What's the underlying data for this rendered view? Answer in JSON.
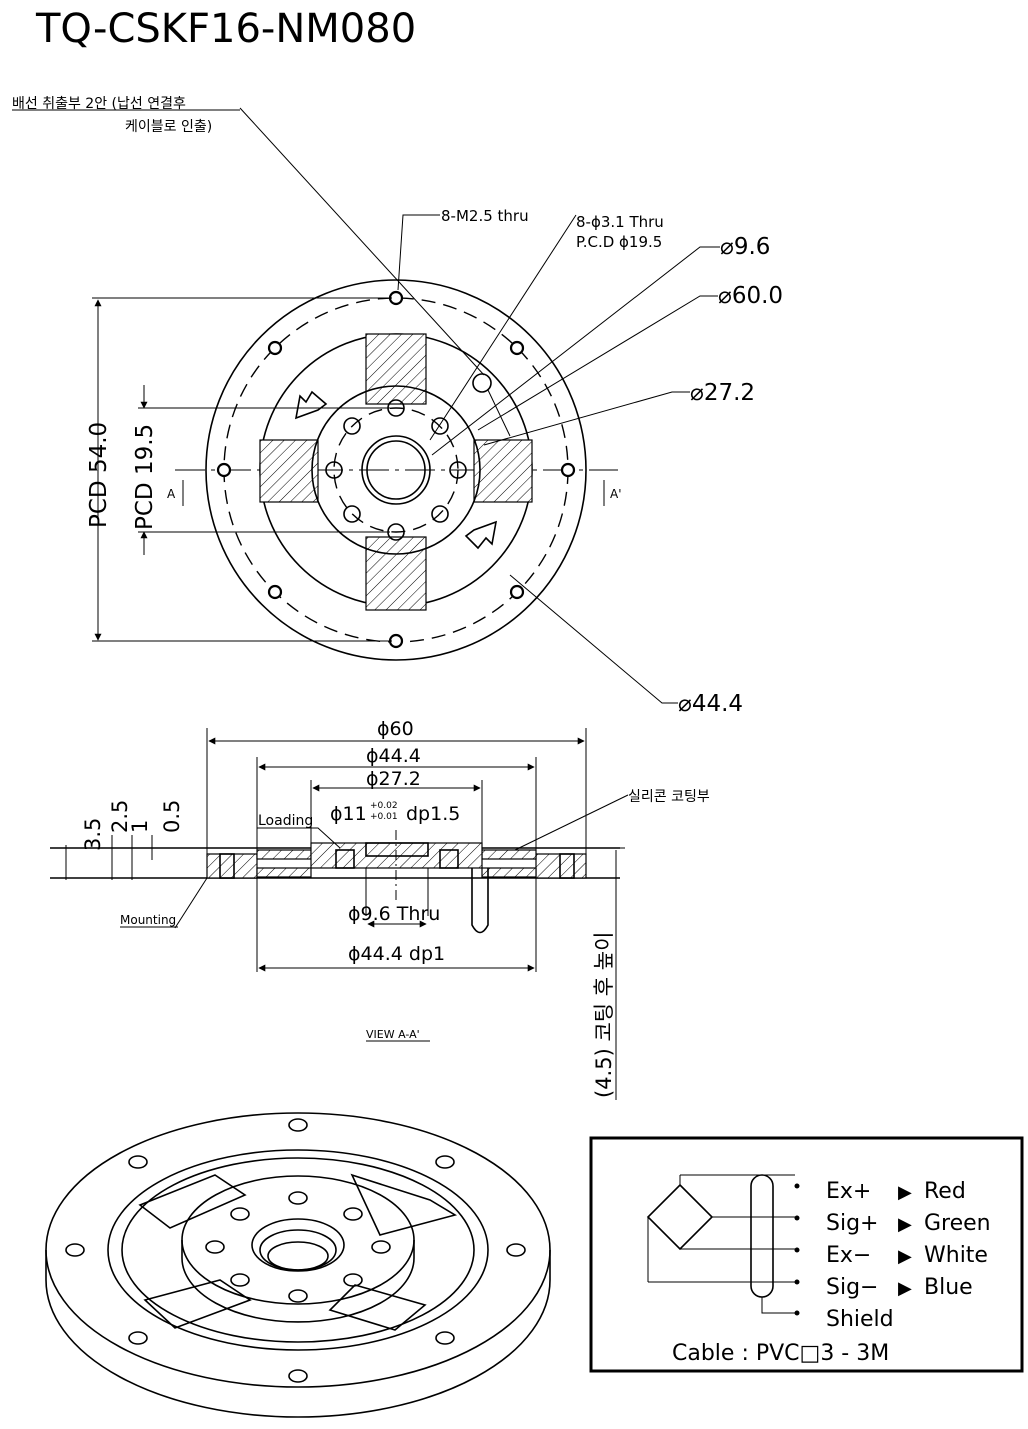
{
  "title": "TQ-CSKF16-NM080",
  "top_view": {
    "cable_note_line1": "배선 취출부 2안 (납선 연결후",
    "cable_note_line2": "케이블로 인출)",
    "holes_m25": "8-M2.5 thru",
    "holes_d31_line1": "8-ϕ3.1 Thru",
    "holes_d31_line2": "P.C.D ϕ19.5",
    "dia_96": "⌀9.6",
    "dia_600": "⌀60.0",
    "dia_272": "⌀27.2",
    "dia_444": "⌀44.4",
    "pcd_540": "PCD 54.0",
    "pcd_195": "PCD 19.5",
    "section_a": "A",
    "section_a_prime": "A'"
  },
  "section_view": {
    "dim_60": "ϕ60",
    "dim_444": "ϕ44.4",
    "dim_272": "ϕ27.2",
    "dim_11": "ϕ11",
    "tol_plus": "+0.02",
    "tol_minus": "+0.01",
    "dim_dp15": "dp1.5",
    "loading": "Loading",
    "mounting": "Mounting",
    "silicone": "실리콘 코팅부",
    "dim_96_thru": "ϕ9.6 Thru",
    "dim_444_dp1": "ϕ44.4 dp1",
    "h_35": "3.5",
    "h_25": "2.5",
    "h_1": "1",
    "h_05": "0.5",
    "coating_height": "(4.5) 코팅 후 높이",
    "view_label": "VIEW A-A'"
  },
  "wiring": {
    "rows": [
      {
        "signal": "Ex+",
        "color": "Red"
      },
      {
        "signal": "Sig+",
        "color": "Green"
      },
      {
        "signal": "Ex−",
        "color": "White"
      },
      {
        "signal": "Sig−",
        "color": "Blue"
      }
    ],
    "shield": "Shield",
    "cable": "Cable : PVC□3 - 3M",
    "arrow_glyph": "▶"
  }
}
